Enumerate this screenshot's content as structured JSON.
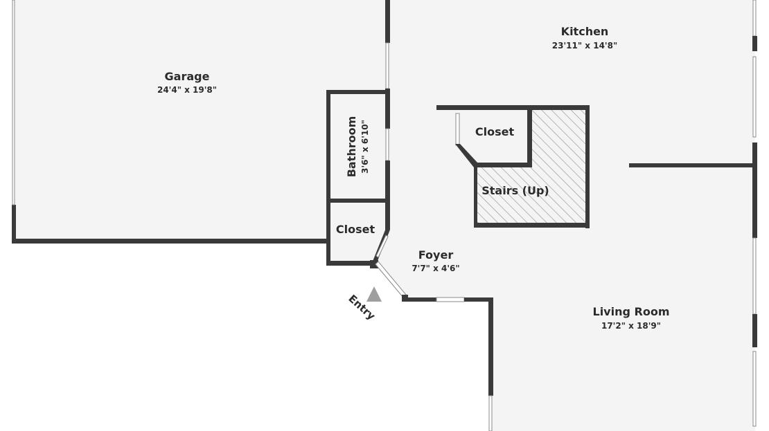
{
  "colors": {
    "wall": "#3a3a3a",
    "floor": "#f4f4f4",
    "stairs_hatch": "#9a9a9a",
    "entry_marker": "#9e9e9e",
    "text": "#2b2b2b"
  },
  "rooms": {
    "garage": {
      "name": "Garage",
      "dims": "24'4\" x 19'8\""
    },
    "kitchen": {
      "name": "Kitchen",
      "dims": "23'11\" x 14'8\""
    },
    "bathroom": {
      "name": "Bathroom",
      "dims": "3'6\" x 6'10\""
    },
    "closet_upper": {
      "name": "Closet"
    },
    "stairs": {
      "name": "Stairs (Up)"
    },
    "closet_lower": {
      "name": "Closet"
    },
    "foyer": {
      "name": "Foyer",
      "dims": "7'7\" x 4'6\""
    },
    "living_room": {
      "name": "Living Room",
      "dims": "17'2\" x 18'9\""
    }
  },
  "entry": {
    "label": "Entry",
    "icon": "triangle-up"
  }
}
